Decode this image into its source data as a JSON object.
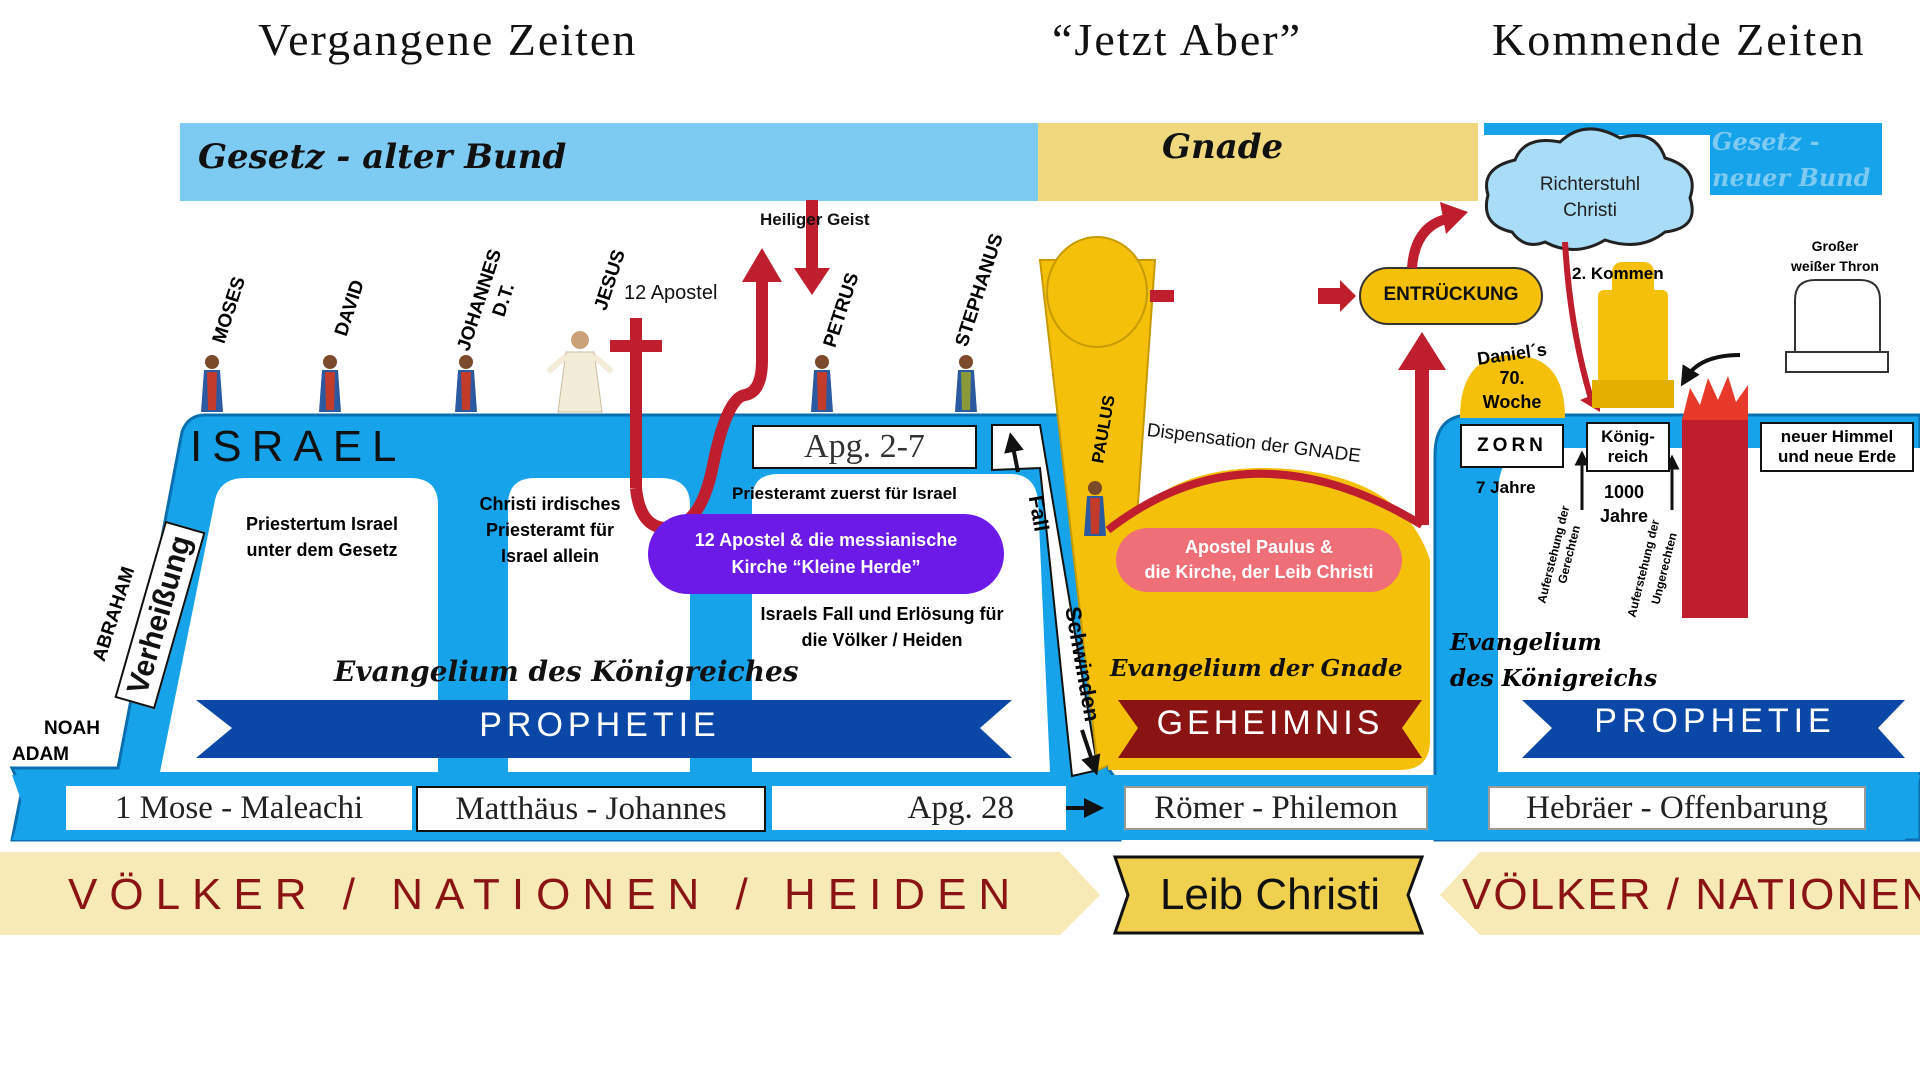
{
  "headers": {
    "past": "Vergangene Zeiten",
    "now": "“Jetzt Aber”",
    "future": "Kommende Zeiten"
  },
  "bands": {
    "law_old": "Gesetz - alter Bund",
    "grace": "Gnade",
    "law_new_1": "Gesetz -",
    "law_new_2": "neuer Bund"
  },
  "figures": {
    "moses": "MOSES",
    "david": "DAVID",
    "johannes_1": "JOHANNES",
    "johannes_2": "D.T.",
    "jesus": "JESUS",
    "apostel": "12  Apostel",
    "heiliger_geist": "Heiliger Geist",
    "petrus": "PETRUS",
    "stephanus": "STEPHANUS",
    "paulus": "PAULUS"
  },
  "left_labels": {
    "abraham": "ABRAHAM",
    "verheissung": "Verheißung",
    "noah": "NOAH",
    "adam": "ADAM"
  },
  "israel": {
    "title": "ISRAEL",
    "priestertum_1": "Priestertum Israel",
    "priestertum_2": "unter dem Gesetz",
    "christi_1": "Christi irdisches",
    "christi_2": "Priesteramt für",
    "christi_3": "Israel allein",
    "apg27": "Apg. 2-7",
    "priesteramt": "Priesteramt zuerst für Israel",
    "kirche_1": "12 Apostel &  die messianische",
    "kirche_2": "Kirche “Kleine Herde”",
    "fall_1": "Israels Fall und Erlösung für",
    "fall_2": "die Völker / Heiden",
    "fall_word": "Fall",
    "schwinden": "Schwinden",
    "evangelium": "Evangelium des Königreiches",
    "prophetie": "PROPHETIE"
  },
  "books": {
    "b1": "1 Mose - Maleachi",
    "b2": "Matthäus - Johannes",
    "b3": "Apg. 28",
    "b4": "Römer - Philemon",
    "b5": "Hebräer - Offenbarung"
  },
  "grace_area": {
    "dispensation": "Dispensation der GNADE",
    "paulus_kirche_1": "Apostel Paulus &",
    "paulus_kirche_2": "die Kirche, der Leib Christi",
    "evangelium": "Evangelium der Gnade",
    "geheimnis": "GEHEIMNIS",
    "entrueckung": "ENTRÜCKUNG"
  },
  "future_area": {
    "richterstuhl_1": "Richterstuhl",
    "richterstuhl_2": "Christi",
    "kommen": "2. Kommen",
    "thron_1": "Großer",
    "thron_2": "weißer Thron",
    "daniel_1": "Daniel´s",
    "daniel_2": "70.",
    "daniel_3": "Woche",
    "zorn": "ZORN",
    "jahre7": "7 Jahre",
    "koenig_1": "König-",
    "koenig_2": "reich",
    "jahre1000_1": "1000",
    "jahre1000_2": "Jahre",
    "auf_ger_1": "Auferstehung der",
    "auf_ger_2": "Gerechten",
    "auf_unger_1": "Auferstehung der",
    "auf_unger_2": "Ungerechten",
    "himmel_1": "neuer Himmel",
    "himmel_2": "und neue  Erde",
    "evangelium_1": "Evangelium",
    "evangelium_2": "des Königreichs",
    "prophetie": "PROPHETIE"
  },
  "bottom": {
    "voelker_left": "VÖLKER / NATIONEN /  HEIDEN",
    "leib": "Leib Christi",
    "voelker_right": "VÖLKER / NATIONEN"
  },
  "colors": {
    "blue_main": "#16a3ea",
    "law_blue": "#7dcaf2",
    "grace_yellow": "#efd87e",
    "gold": "#f4c00a",
    "red": "#bf1e2e",
    "navy": "#0b47a6",
    "purple": "#6b1ae8",
    "pink": "#ef6f78",
    "beige": "#f7eab6",
    "dark_red": "#8a1313"
  }
}
